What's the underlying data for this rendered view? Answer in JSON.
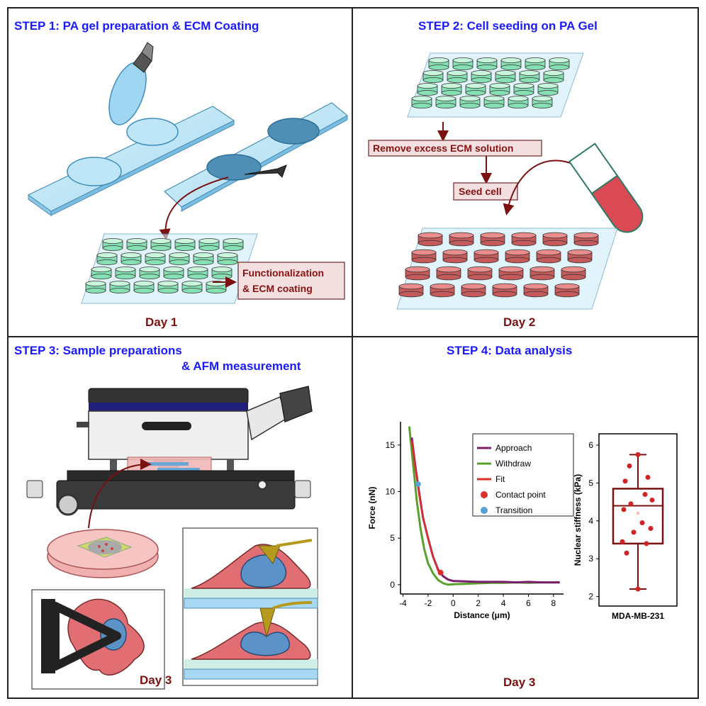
{
  "panels": {
    "step1": {
      "title": "STEP 1: PA gel preparation & ECM Coating",
      "box_line1": "Functionalization",
      "box_line2": "& ECM coating",
      "day": "Day 1"
    },
    "step2": {
      "title": "STEP 2: Cell seeding on PA Gel",
      "box1": "Remove excess ECM solution",
      "box2": "Seed cell",
      "day": "Day 2"
    },
    "step3": {
      "title_line1": "STEP 3: Sample preparations",
      "title_line2": "& AFM measurement",
      "day": "Day 3"
    },
    "step4": {
      "title": "STEP 4: Data analysis",
      "day": "Day 3"
    }
  },
  "colors": {
    "title": "#1a1aff",
    "day": "#7a1010",
    "approach": "#7b1e6e",
    "withdraw": "#5aa02c",
    "fit": "#d9302e",
    "contact": "#d9302e",
    "transition": "#5aa0d0",
    "box": "#7a1010"
  },
  "chart_data": [
    {
      "type": "line",
      "xlabel": "Distance (μm)",
      "ylabel": "Force (nN)",
      "xlim": [
        -4.2,
        8.8
      ],
      "ylim": [
        -1,
        17.5
      ],
      "xticks": [
        -4,
        -2,
        0,
        2,
        4,
        6,
        8
      ],
      "yticks": [
        0,
        5,
        10,
        15
      ],
      "legend_position": "top-right",
      "series": [
        {
          "name": "Approach",
          "points": [
            [
              -3.3,
              15.8
            ],
            [
              -3.0,
              12.6
            ],
            [
              -2.7,
              9.8
            ],
            [
              -2.4,
              7.2
            ],
            [
              -2.0,
              5.0
            ],
            [
              -1.6,
              3.0
            ],
            [
              -1.2,
              1.6
            ],
            [
              -0.8,
              0.9
            ],
            [
              -0.4,
              0.55
            ],
            [
              0,
              0.4
            ],
            [
              1,
              0.35
            ],
            [
              2,
              0.3
            ],
            [
              3,
              0.3
            ],
            [
              4,
              0.3
            ],
            [
              5,
              0.25
            ],
            [
              6,
              0.3
            ],
            [
              7,
              0.25
            ],
            [
              8.5,
              0.25
            ]
          ]
        },
        {
          "name": "Withdraw",
          "points": [
            [
              -3.5,
              17.0
            ],
            [
              -3.2,
              13.0
            ],
            [
              -2.9,
              9.0
            ],
            [
              -2.6,
              6.0
            ],
            [
              -2.3,
              3.8
            ],
            [
              -2.0,
              2.3
            ],
            [
              -1.6,
              1.2
            ],
            [
              -1.2,
              0.5
            ],
            [
              -0.8,
              0.15
            ],
            [
              -0.4,
              0.0
            ],
            [
              0,
              0.05
            ],
            [
              1,
              0.1
            ],
            [
              2,
              0.15
            ],
            [
              3,
              0.2
            ],
            [
              4,
              0.2
            ],
            [
              5,
              0.25
            ],
            [
              6,
              0.2
            ],
            [
              7,
              0.25
            ],
            [
              8.5,
              0.25
            ]
          ]
        },
        {
          "name": "Fit",
          "points": [
            [
              -3.3,
              15.5
            ],
            [
              -3.0,
              12.4
            ],
            [
              -2.7,
              9.6
            ],
            [
              -2.4,
              7.2
            ],
            [
              -2.0,
              5.0
            ],
            [
              -1.6,
              3.0
            ],
            [
              -1.2,
              1.5
            ],
            [
              -1.0,
              1.2
            ]
          ]
        }
      ],
      "markers": [
        {
          "name": "Contact point",
          "x": -1.0,
          "y": 1.3
        },
        {
          "name": "Transition",
          "x": -2.8,
          "y": 10.8
        }
      ]
    },
    {
      "type": "box",
      "xlabel": "MDA-MB-231",
      "ylabel": "Nuclear stiffness (kPa)",
      "ylim": [
        1.75,
        6.3
      ],
      "yticks": [
        2,
        3,
        4,
        5,
        6
      ],
      "box": {
        "min": 2.2,
        "q1": 3.4,
        "median": 4.4,
        "q3": 4.85,
        "max": 5.75,
        "mean": 4.2
      },
      "points": [
        5.75,
        5.45,
        5.15,
        5.05,
        4.7,
        4.55,
        4.45,
        4.3,
        3.95,
        3.8,
        3.7,
        3.45,
        3.4,
        3.15,
        2.2
      ]
    }
  ]
}
